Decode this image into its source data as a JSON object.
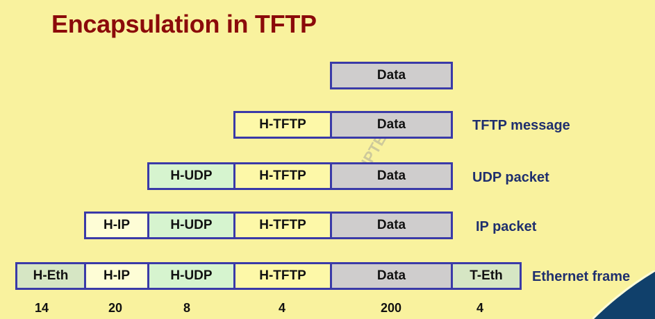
{
  "title": "Encapsulation in TFTP",
  "watermark": "NPTEL",
  "labels": {
    "h_eth": "H-Eth",
    "h_ip": "H-IP",
    "h_udp": "H-UDP",
    "h_tftp": "H-TFTP",
    "data": "Data",
    "t_eth": "T-Eth"
  },
  "rows": {
    "data_only": "",
    "tftp_message": "TFTP message",
    "udp_packet": "UDP packet",
    "ip_packet": "IP packet",
    "ethernet_frame": "Ethernet frame"
  },
  "sizes": {
    "h_eth": "14",
    "h_ip": "20",
    "h_udp": "8",
    "h_tftp": "4",
    "data": "200",
    "t_eth": "4"
  },
  "colors": {
    "background": "#f9f29e",
    "title": "#8b0a0a",
    "border": "#3a3aa8",
    "label": "#1f2f6e"
  }
}
